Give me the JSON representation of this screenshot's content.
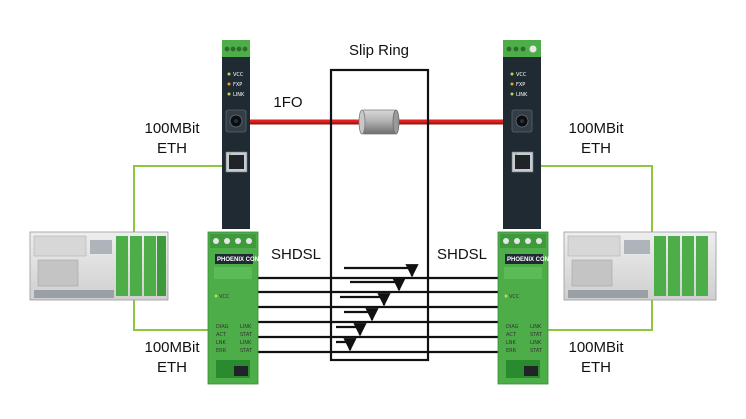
{
  "labels": {
    "slip_ring": "Slip Ring",
    "fiber": "1FO",
    "shdsl_left": "SHDSL",
    "shdsl_right": "SHDSL",
    "eth_top_left_line1": "100MBit",
    "eth_top_left_line2": "ETH",
    "eth_top_right_line1": "100MBit",
    "eth_top_right_line2": "ETH",
    "eth_bottom_left_line1": "100MBit",
    "eth_bottom_left_line2": "ETH",
    "eth_bottom_right_line1": "100MBit",
    "eth_bottom_right_line2": "ETH"
  },
  "fiber_converter": {
    "led_labels": [
      "VCC",
      "FXP",
      "LINK"
    ]
  },
  "shdsl_extender": {
    "brand": "PHOENIX CONTACT",
    "vcc_label": "VCC",
    "diag_label": "DIAG",
    "act_label": "ACT",
    "lnk_label": "LNK",
    "err_label": "ERR",
    "link_label": "LINK",
    "stat_label": "STAT"
  },
  "colors": {
    "fiber": "#e0211d",
    "ethernet": "#8dc63f",
    "module_green": "#4dae49",
    "module_dark": "#1f2a33",
    "wire": "#111111"
  }
}
